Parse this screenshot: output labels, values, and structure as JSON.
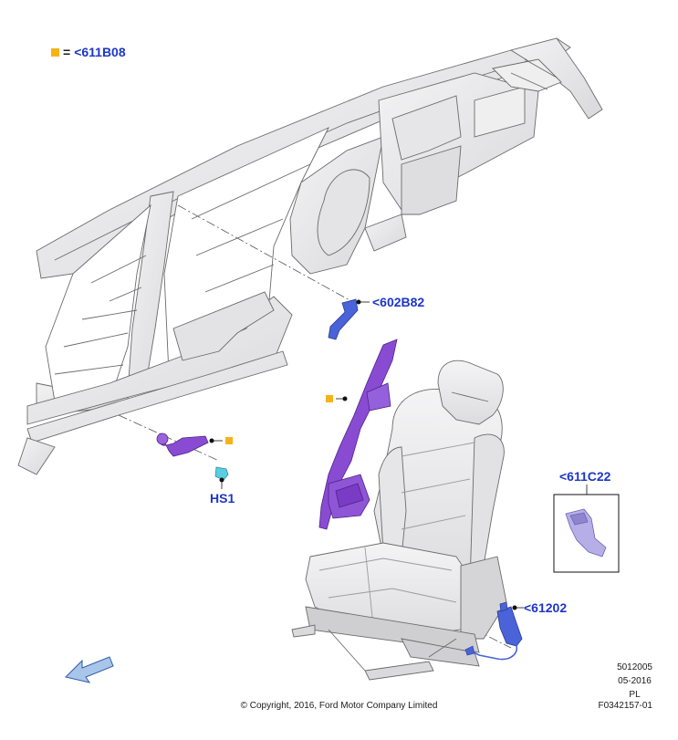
{
  "legend": {
    "symbol_color": "#f6b318",
    "equals": "=",
    "label": "<611B08"
  },
  "callouts": {
    "upper_guide": "<602B82",
    "lower_anchor_bolt": "HS1",
    "buckle": "<611C22",
    "seat_buckle_connector": "<61202"
  },
  "colors": {
    "part_purple": "#8a4bd3",
    "part_blue": "#4a63d8",
    "part_cyan": "#5bcde0",
    "callout_text": "#1d36c9",
    "marker_orange": "#f6b318",
    "body_gray": "#e8e8ea",
    "outline": "#6b6b6b"
  },
  "footer": {
    "part_number": "5012005",
    "date": "05-2016",
    "language": "PL",
    "copyright": "© Copyright, 2016, Ford Motor Company Limited",
    "figure_id": "F0342157-01"
  },
  "icons": {
    "direction_arrow": "front-arrow-icon",
    "marker": "orange-square-icon"
  }
}
